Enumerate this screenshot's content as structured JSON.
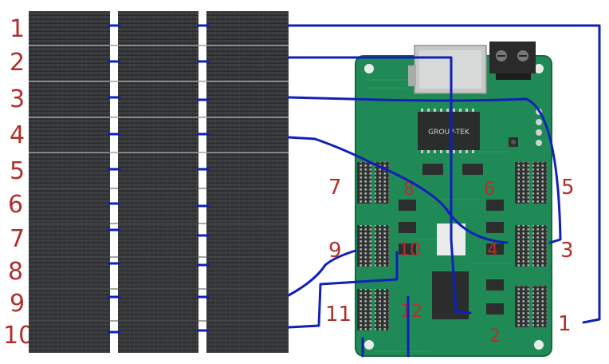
{
  "row_labels": [
    "1",
    "2",
    "3",
    "4",
    "5",
    "6",
    "7",
    "8",
    "9",
    "10"
  ],
  "board": {
    "chip_label": "GROUP-TEK",
    "port_labels": {
      "p1": "1",
      "p2": "2",
      "p3": "3",
      "p4": "4",
      "p5": "5",
      "p6": "6",
      "p7": "7",
      "p8": "8",
      "p9": "9",
      "p10": "10",
      "p11": "11",
      "p12": "12"
    }
  },
  "colors": {
    "label_red": "#b0302c",
    "wire_blue": "#1020b8",
    "panel_dark": "#3a3b3c",
    "board_green": "#1f8a55",
    "connector_gray": "#2f3432"
  }
}
